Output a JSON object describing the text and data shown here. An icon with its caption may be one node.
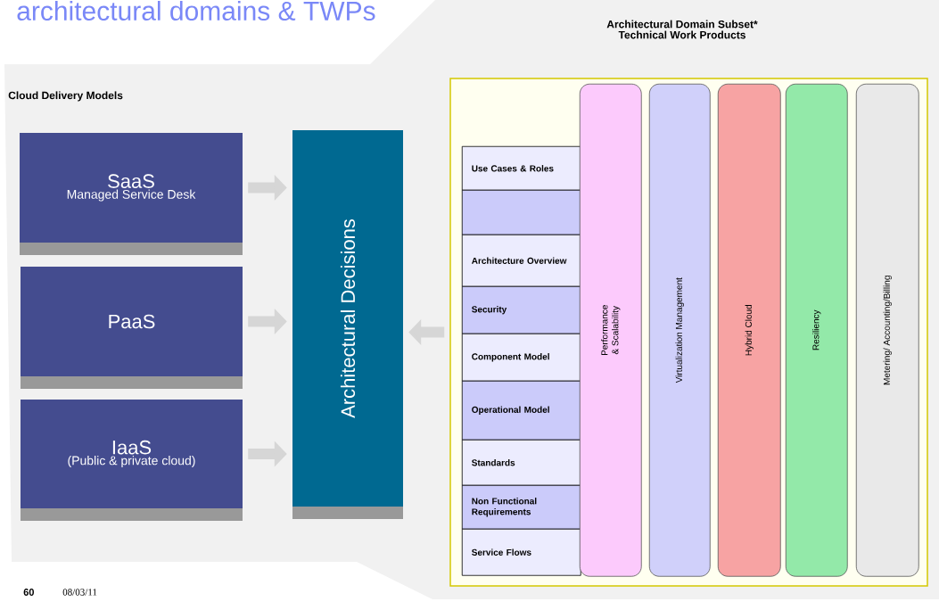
{
  "diagram": {
    "title": "architectural domains & TWPs",
    "nodes": [
      {
        "text": [
          "SaaS",
          "Managed Service Desk"
        ]
      },
      {
        "text": [
          "PaaS"
        ]
      },
      {
        "text": [
          "IaaS",
          "(Public & private cloud)"
        ]
      },
      {
        "text": [
          "Architectural Decisions"
        ]
      },
      {
        "text": [
          "Architectural Domain Subset* Technical Work Products"
        ]
      },
      {
        "text": [
          "Use Cases & Roles"
        ],
        "in": 4
      },
      {
        "text": [],
        "shape": "box",
        "in": 4
      },
      {
        "text": [
          "Architecture Overview"
        ],
        "in": 4
      },
      {
        "text": [
          "Security"
        ],
        "in": 4
      },
      {
        "text": [
          "Component Model"
        ],
        "in": 4
      },
      {
        "text": [
          "Operational Model"
        ],
        "in": 4
      },
      {
        "text": [
          "Standards"
        ],
        "in": 4
      },
      {
        "text": [
          "Non Functional Requirements"
        ],
        "in": 4
      },
      {
        "text": [
          "Service Flows"
        ],
        "in": 4
      },
      {
        "text": [
          "Performance & Scalability"
        ],
        "in": 4
      },
      {
        "text": [
          "Virtualization Management"
        ],
        "in": 4
      },
      {
        "text": [
          "Hybrid Cloud"
        ],
        "in": 4
      },
      {
        "text": [
          "Resiliency"
        ],
        "in": 4
      },
      {
        "text": [
          "Metering/ Accounting/Billing"
        ],
        "in": 4
      }
    ],
    "edges": [
      {
        "from": 0,
        "to": 3,
        "arrow": "to"
      },
      {
        "from": 1,
        "to": 3,
        "arrow": "to"
      },
      {
        "from": 2,
        "to": 3,
        "arrow": "to"
      },
      {
        "from": 4,
        "to": 3,
        "arrow": "to"
      }
    ],
    "labels": [
      "Cloud Delivery Models",
      "60",
      "08/03/11"
    ]
  }
}
